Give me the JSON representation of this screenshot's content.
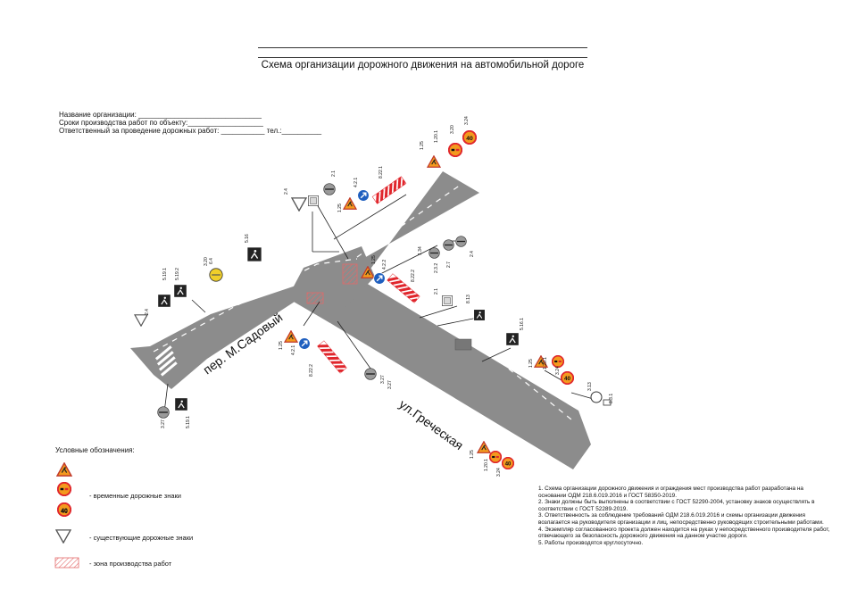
{
  "header": {
    "title": "Схема организации дорожного движения на автомобильной дороге"
  },
  "info": {
    "organization": "Название организации: _______________________________",
    "dates": "Сроки производства работ по объекту:___________________",
    "responsible": "Ответственный за проведение дорожных работ: ___________ тел.:__________"
  },
  "streets": {
    "lane": "пер. М.Садовый",
    "main": "ул.Греческая"
  },
  "sign_codes": {
    "s1": "1.25",
    "s2": "1.20.1",
    "s3": "3.20",
    "s4": "3.24",
    "s5": "2.4",
    "s6": "2.1",
    "s7": "1.25",
    "s8": "4.2.1",
    "s9": "8.22.1",
    "s10": "2.4",
    "s11": "3.20",
    "s12": "5.19.1",
    "s13": "5.19.2",
    "s14": "5.16",
    "s15": "1.25",
    "s16": "4.2.2",
    "s17": "8.22.2",
    "s18": "2.1",
    "s19": "8.13",
    "s20": "2.7",
    "s21": "2.3.2",
    "s22": "2.4",
    "s23": "1.34",
    "s24": "1.25",
    "s25": "4.2.1",
    "s26": "8.22.2",
    "s27": "3.27",
    "s28": "1.25",
    "s29": "1.20.1",
    "s30": "3.24",
    "s31": "3.13",
    "s32": "8.3.1",
    "s33": "1.25",
    "s34": "1.20.1",
    "s35": "3.24",
    "s36": "3.27",
    "s37": "5.16.1",
    "s38": "6.4",
    "s39": "5.19.1",
    "s40": "3.27"
  },
  "speed_limit": "40",
  "legend": {
    "title": "Условные обозначения:",
    "temp_signs": "- временные дорожные знаки",
    "existing_signs": "- существующие дорожные знаки",
    "work_zone": "- зона производства работ"
  },
  "notes": [
    "1. Схема организации дорожного движения и ограждения мест производства работ разработана на основании ОДМ 218.6.019.2016 и ГОСТ 58350-2019.",
    "2. Знаки должны быть выполнены в соответствии с ГОСТ 52290-2004, установку знаков осуществлять в соответствии с ГОСТ 52289-2019.",
    "3. Ответственность за соблюдение требований ОДМ 218.6.019.2016 и схемы организации движения возлагается на руководителя организации и лиц, непосредственно руководящих строительными работами.",
    "4. Экземпляр согласованного проекта должен находится на руках у непосредственного производителя работ, отвечающего за безопасность дорожного движения на данном участке дороги.",
    "5. Работы производятся круглосуточно."
  ],
  "colors": {
    "road": "#8c8c8c",
    "warning_orange": "#f39a1e",
    "regulatory_blue": "#1f5fbf",
    "prohibit_red": "#e0262c",
    "work_zone_red": "#e36a6a"
  }
}
